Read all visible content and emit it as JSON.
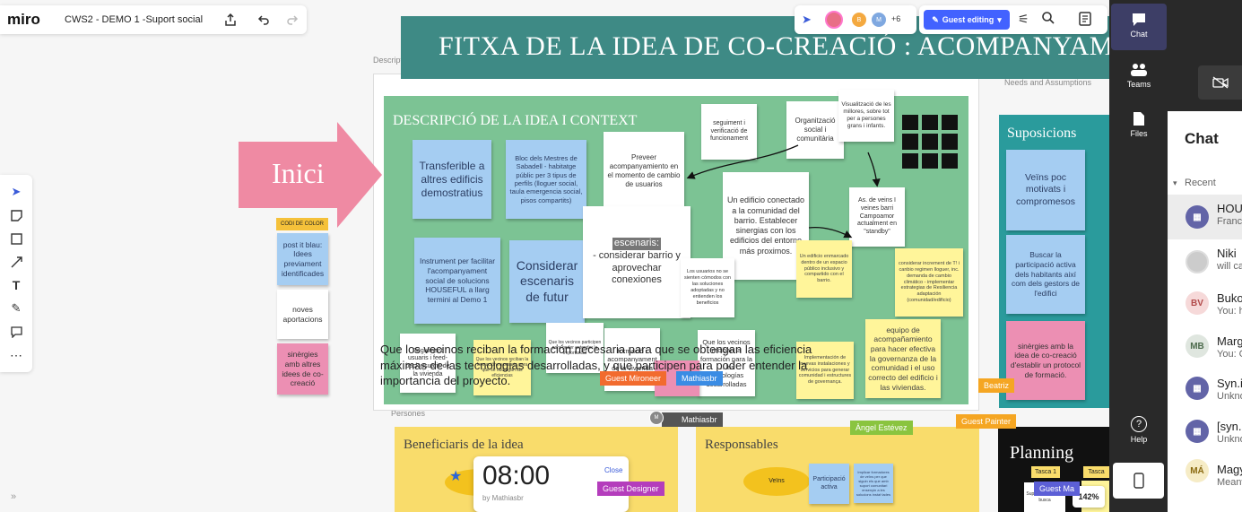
{
  "app": {
    "logo": "miro",
    "board_title": "CWS2 - DEMO 1 -Suport social",
    "collaborators_more": "+6",
    "guest_editing": "Guest editing",
    "zoom": "142%",
    "timer": {
      "time": "08:00",
      "by": "by Mathiasbr",
      "close": "Close"
    }
  },
  "frames": {
    "description_label": "Description and context",
    "needs_label": "Needs and Assumptions",
    "persones_label": "Persones"
  },
  "board": {
    "title": "FITXA DE LA IDEA DE CO-CREACIÓ : ACOMPANYAM",
    "inici": "Inici",
    "codi_color": "CODI DE COLOR",
    "legend": [
      "post it blau: Idees previament identificades",
      "noves aportacions",
      "sinèrgies amb altres idees de co-creació"
    ],
    "green_title": "DESCRIPCIÓ DE LA IDEA I CONTEXT",
    "notes": {
      "transferible": "Transferible a altres edificis demostratius",
      "bloc": "Bloc dels Mestres de Sabadell - habitatge públic per 3 tipus de perfils (lloguer social, taula emergencia social, pisos compartits)",
      "instrument": "Instrument per facilitar l'acompanyament social de solucions HOUSEFUL a llarg termini al Demo 1",
      "considerar": "Considerar escenaris de futur",
      "preveer": "Preveer acompanyamiento en el momento de cambio de usuarios",
      "escenaris_h": "escenaris:",
      "escenaris": "- considerar barrio y aprovechar conexiones",
      "seguiment": "seguiment i verificació de funcionament",
      "organitzacio": "Organització social i comunitària",
      "visualitzacio": "Visualització de les millores, sobre tot per a persones grans i infants.",
      "edificio": "Un edificio conectado a la comunidad del barrio. Establecer sinergias con los edificios del entorno más proximos.",
      "usuarios": "Los usuarios no se sienten cómodos con las soluciones adoptadas y no entienden los beneficios",
      "as_veins": "As. de veins I veines barri Campoamor actualment en \"standby\"",
      "enmarcado": "Un edificio enmarcado dentro de un espacio público inclusivo y compartido con el barrio.",
      "considerar_incr": "considerar increment de T! i canbio regimen lloguer, inc. demanda de cambio climático - implementar estrategias de Resiliencia adaptación (comunidad/edificio)",
      "equipo": "equipo de acompañamiento para hacer efectiva la governanza de la comunidad i el uso correcto del edificio i las viviendas.",
      "implementacion": "Implementación de nuevas instalaciones y servicios para generar comunidad i estructures de governança.",
      "seguiment2": "Seguiment usuaris i feed-back usuaris de la vivienda",
      "formacio": "formació i acompanyament de la vivienda",
      "vecinos": "Que los vecinos reciban la formación para la ... las tecnologías desarrolladas",
      "tiny1": "Que los vecinos reciban la formación necesaria para que se obtengan las eficiencias",
      "tiny2": "Que los vecinos participen para poder entender la importancia"
    },
    "overlay_text": "Que los vecinos reciban la formación necesaria para que se obtengan las eficiencia máximas de las tecnologías desarrolladas, y que participen para poder entender la importancia del proyecto.",
    "suposicions_title": "Suposicions",
    "suposicions": [
      "Veïns poc motivats i compromesos",
      "Buscar la participació activa dels habitants així com dels gestors de l'edifici",
      "sinèrgies amb la idea de co-creació d'establir un protocol de formació."
    ],
    "beneficiaris": "Beneficiaris de la idea",
    "responsables": "Responsables",
    "veins": "Veïns",
    "participacio": "Participació activa",
    "implicar": "Implicar formadores de veïns per que siguin els que amb suport comunitari ensenyin a les solucions instal·lades",
    "planning": "Planning",
    "tasca1": "Tasca 1",
    "tasca2": "Tasca",
    "planning_note": "Suport social i gob busca"
  },
  "cursors": {
    "mironeer": "Guest Mironeer",
    "mathiasbr": "Mathiasbr",
    "mathiasbr2": "Mathiasbr",
    "beatriz": "Beatriz",
    "angel": "Àngel Estévez",
    "painter": "Guest Painter",
    "designer": "Guest Designer",
    "guest_ma": "Guest Ma"
  },
  "teams": {
    "chat": "Chat",
    "teams": "Teams",
    "files": "Files",
    "help": "Help",
    "panel_title": "Chat",
    "recent": "Recent",
    "rows": [
      {
        "initials": "",
        "name": "HOU",
        "sub": "Franc"
      },
      {
        "initials": "",
        "name": "Niki",
        "sub": "will ca"
      },
      {
        "initials": "BV",
        "name": "Buko",
        "sub": "You: h"
      },
      {
        "initials": "MB",
        "name": "Marg",
        "sub": "You: G"
      },
      {
        "initials": "",
        "name": "Syn.i",
        "sub": "Unkno"
      },
      {
        "initials": "",
        "name": "[syn.i",
        "sub": "Unkno"
      },
      {
        "initials": "MÁ",
        "name": "Magy",
        "sub": "Meanw"
      }
    ]
  },
  "colors": {
    "green_frame": "#7cc394",
    "teal": "#2a9b9c",
    "title_banner": "#3e8a85",
    "inici": "#ef8aa3",
    "teams_rail": "#292929"
  }
}
